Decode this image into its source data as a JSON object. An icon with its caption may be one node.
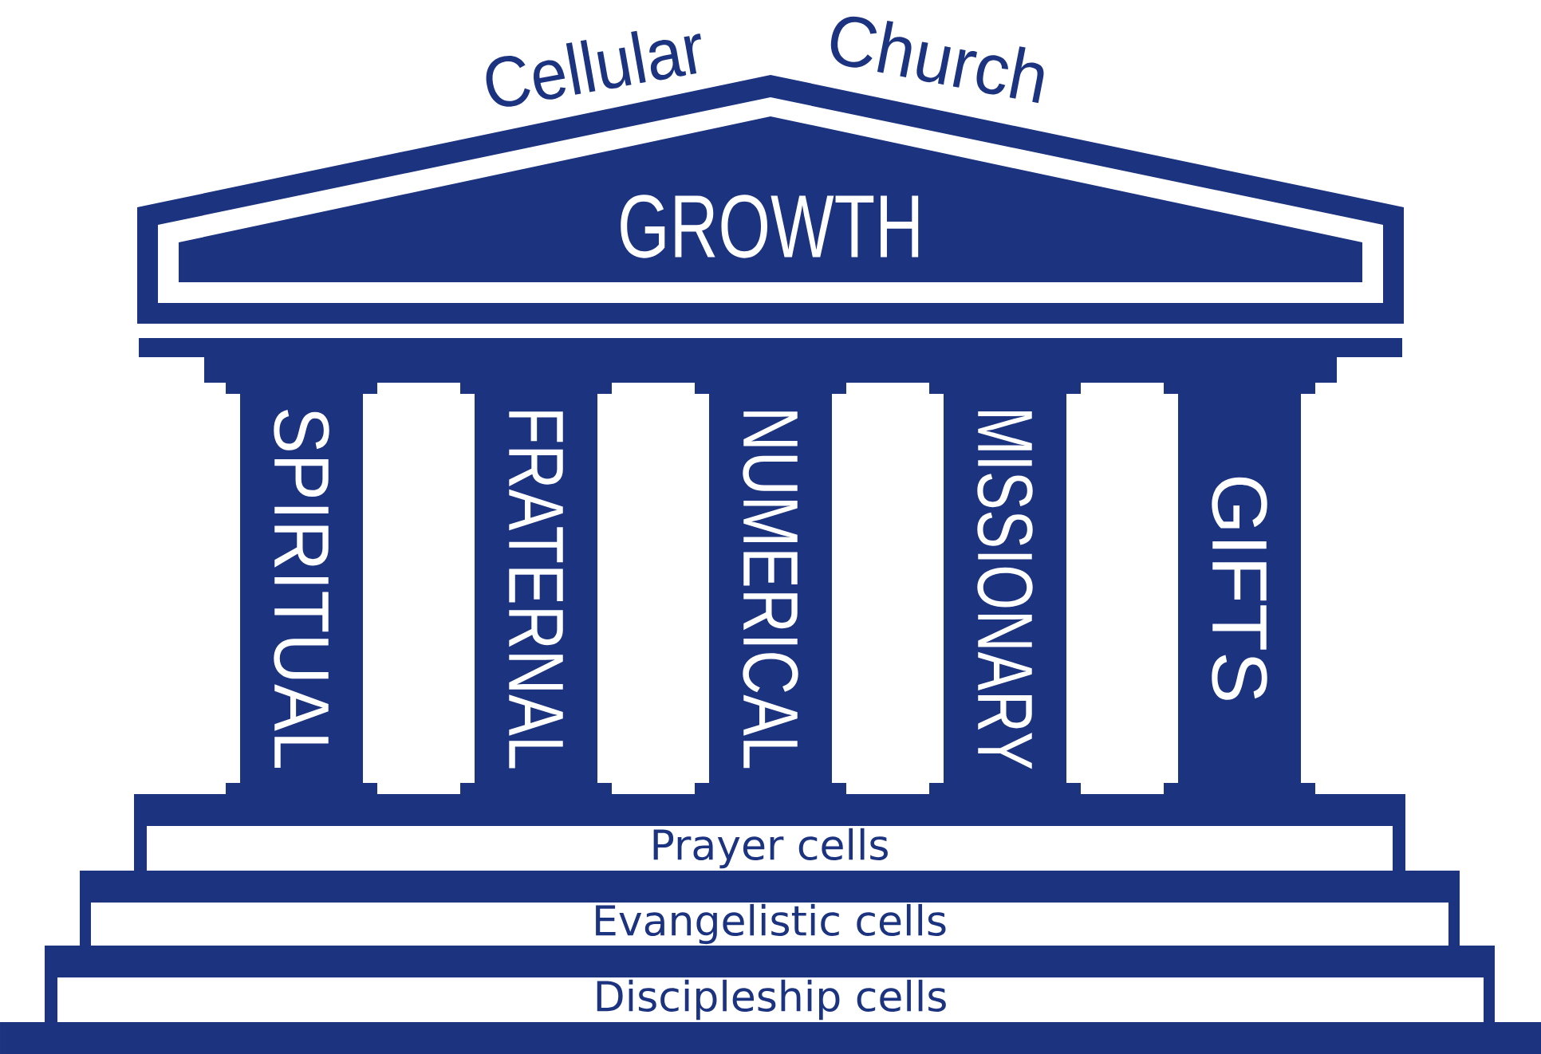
{
  "diagram": {
    "nodes": [
      {
        "text": [
          "GROWTH"
        ]
      },
      {
        "text": [
          "SPIRITUAL"
        ]
      },
      {
        "text": [
          "FRATERNAL"
        ]
      },
      {
        "text": [
          "NUMERICAL"
        ]
      },
      {
        "text": [
          "MISSIONARY"
        ]
      },
      {
        "text": [
          "GIFTS"
        ]
      },
      {
        "text": [
          "Prayer cells"
        ]
      },
      {
        "text": [
          "Evangelistic cells"
        ]
      },
      {
        "text": [
          "Discipleship cells"
        ]
      }
    ],
    "labels": [
      "Cellular",
      "Church"
    ]
  }
}
